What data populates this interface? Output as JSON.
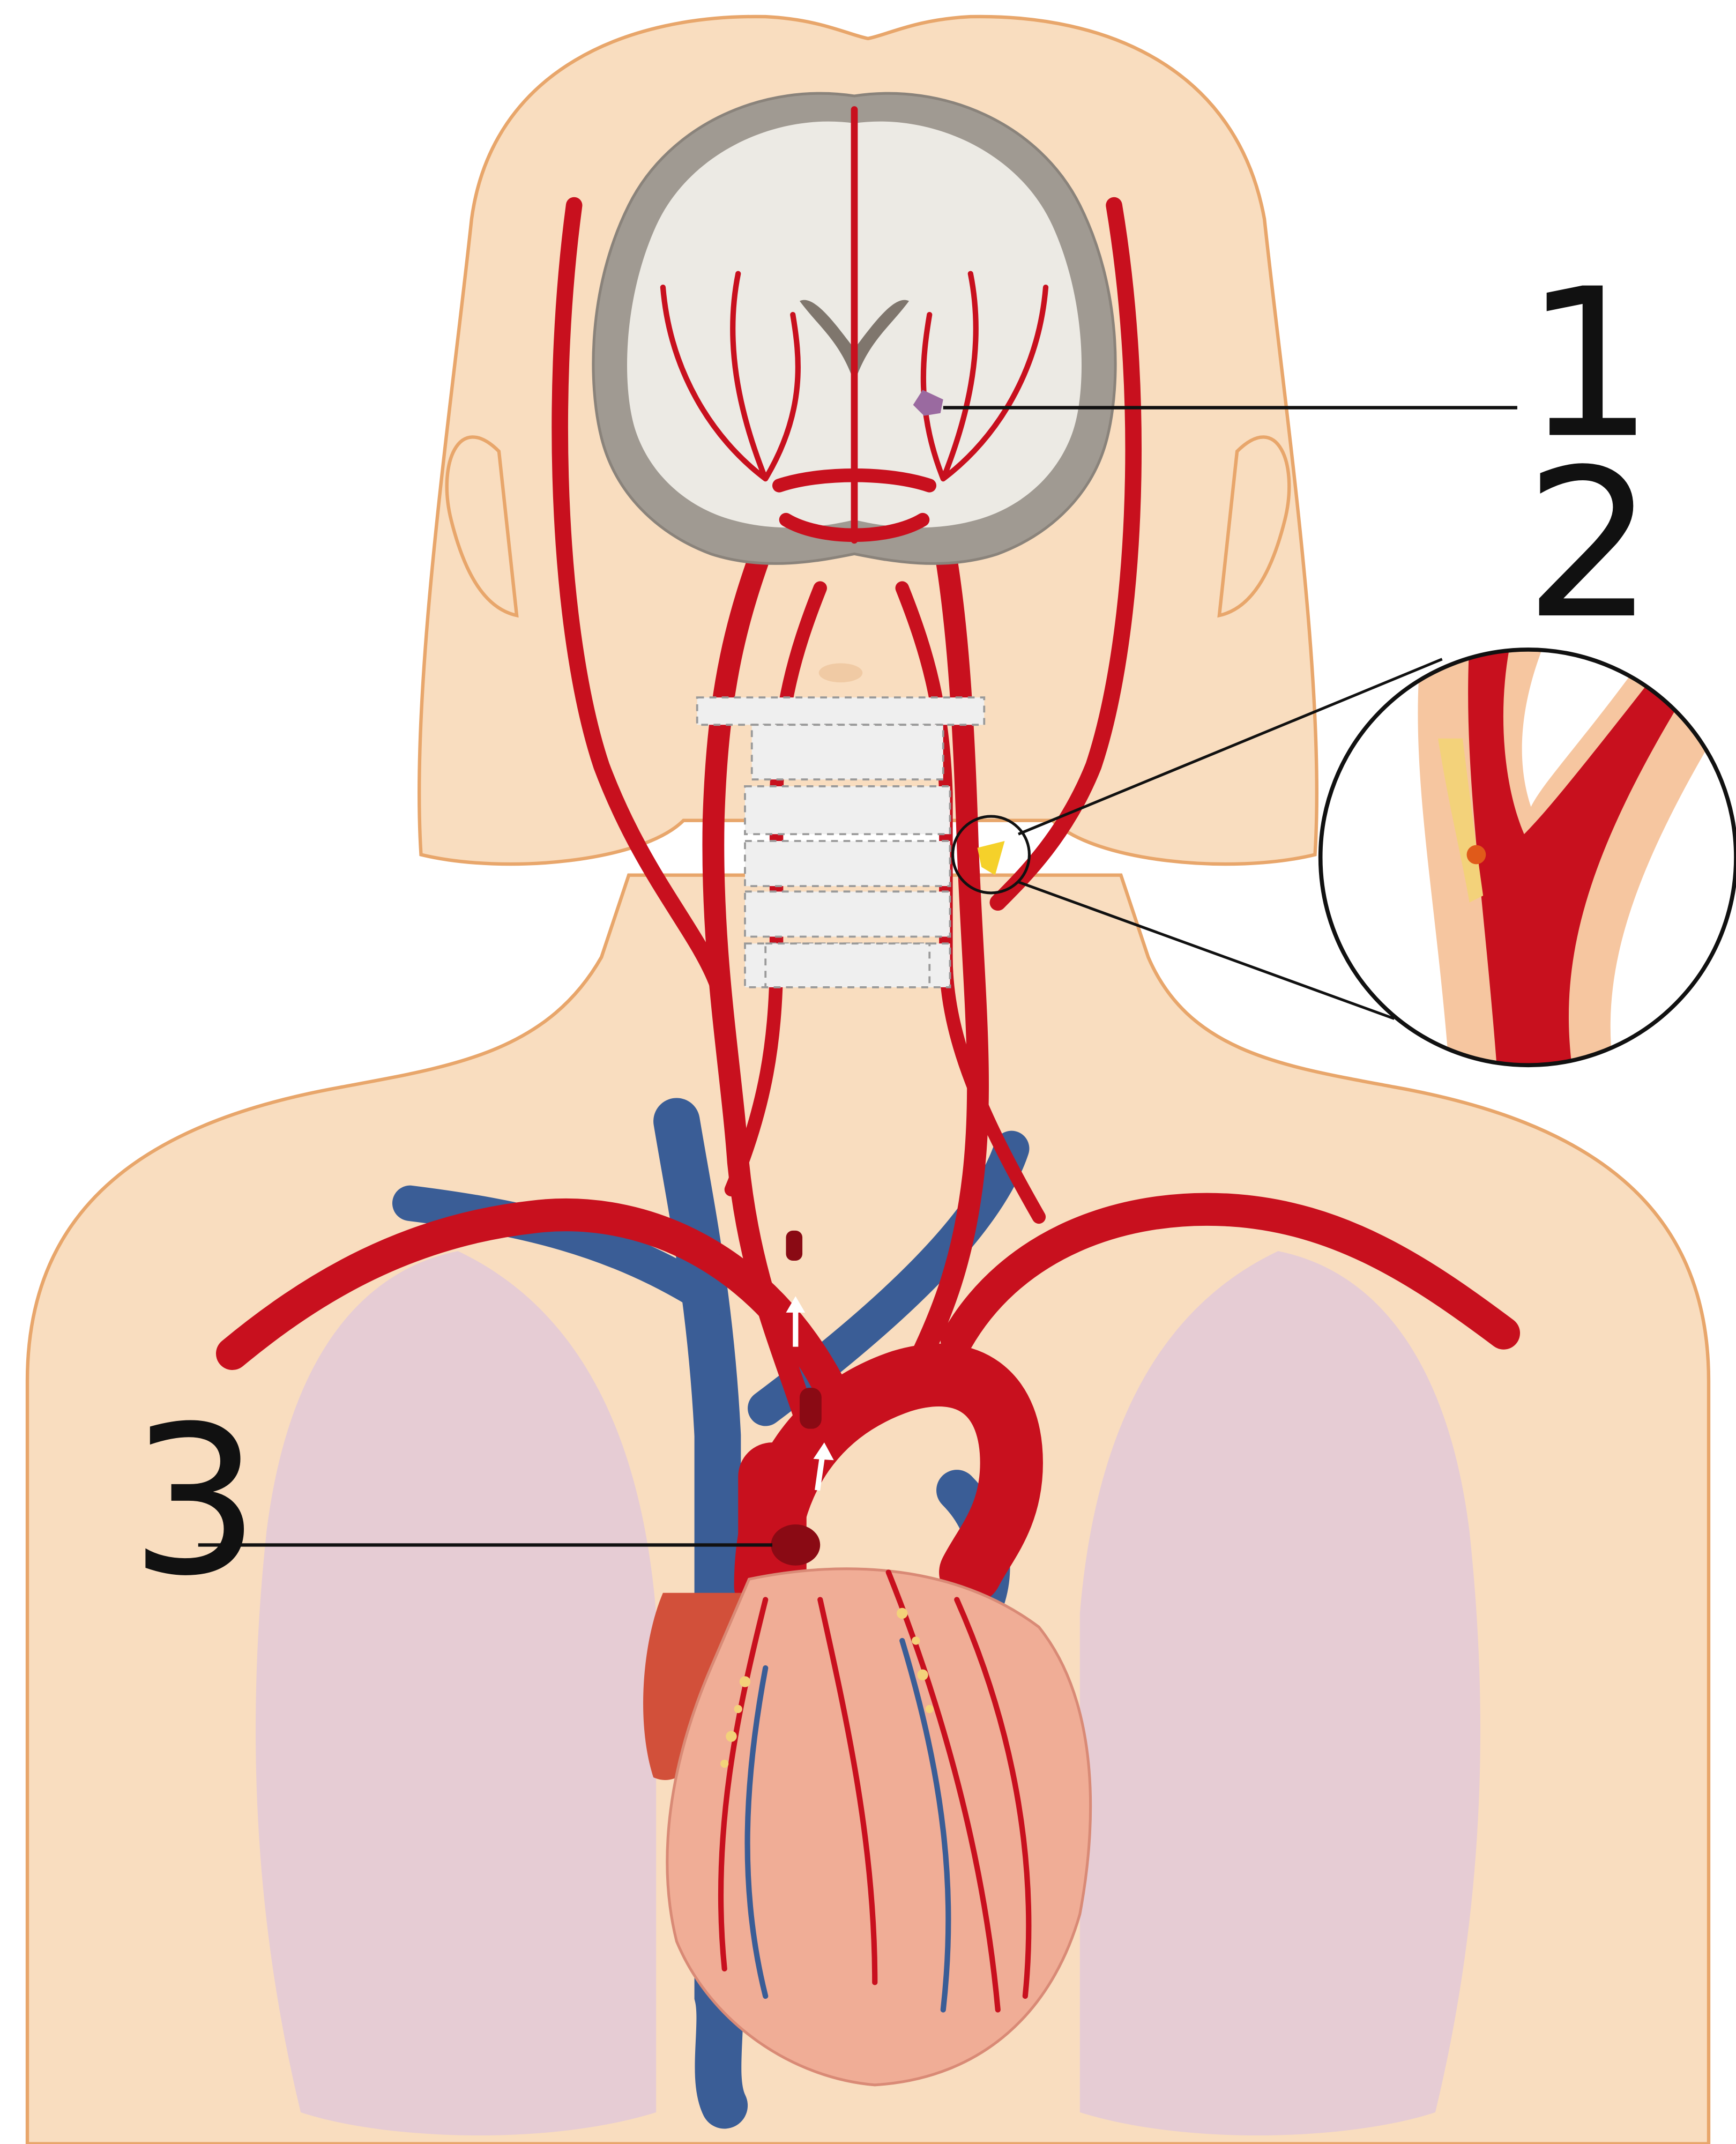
{
  "colors": {
    "skin": "#f9ddbf",
    "skin_outline": "#e8a66b",
    "artery": "#c8101e",
    "artery_dark": "#8a0a14",
    "vein": "#3a5d96",
    "lung": "#e6ccd4",
    "heart": "#f0ad96",
    "atrium": "#d2503a",
    "plaque": "#f3d27a",
    "brain_cortex": "#a09a92",
    "brain_white": "#eceae4",
    "spine": "#efefef",
    "line": "#111111"
  },
  "callouts": [
    {
      "label": "1",
      "target": "brain-lesion"
    },
    {
      "label": "2",
      "target": "carotid-plaque-magnified"
    },
    {
      "label": "3",
      "target": "aortic-thrombus"
    }
  ],
  "icons": {
    "flow_arrow": "arrow-up-icon"
  }
}
